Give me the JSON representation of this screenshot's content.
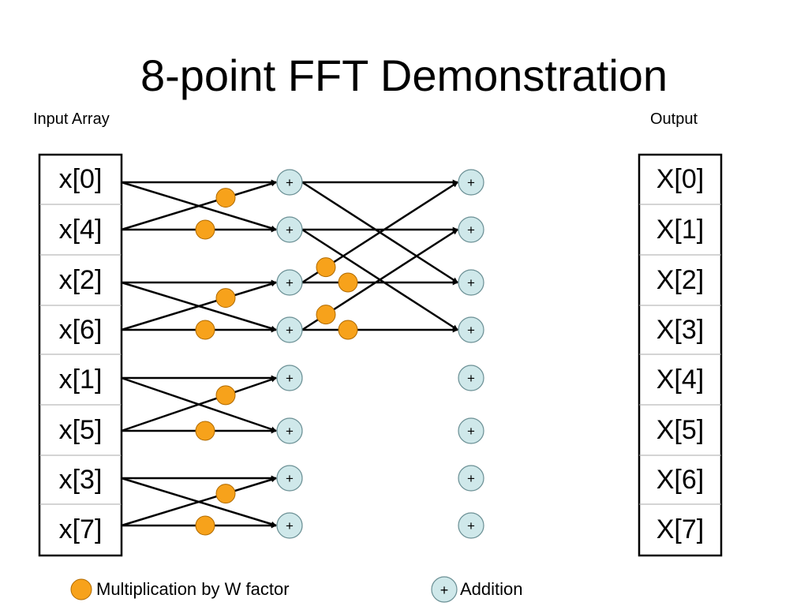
{
  "title": "8-point FFT Demonstration",
  "input_caption": "Input Array",
  "output_caption": "Output",
  "inputs": [
    "x[0]",
    "x[4]",
    "x[2]",
    "x[6]",
    "x[1]",
    "x[5]",
    "x[3]",
    "x[7]"
  ],
  "outputs": [
    "X[0]",
    "X[1]",
    "X[2]",
    "X[3]",
    "X[4]",
    "X[5]",
    "X[6]",
    "X[7]"
  ],
  "adder_symbol": "+",
  "legend": {
    "multiply_label": "Multiplication by W factor",
    "add_label": "Addition",
    "add_symbol": "+"
  },
  "colors": {
    "multiplier_fill": "#f7a21b",
    "multiplier_stroke": "#b06a00",
    "adder_fill": "#cfe8ea",
    "adder_stroke": "#6a8f94",
    "line": "#000000"
  }
}
